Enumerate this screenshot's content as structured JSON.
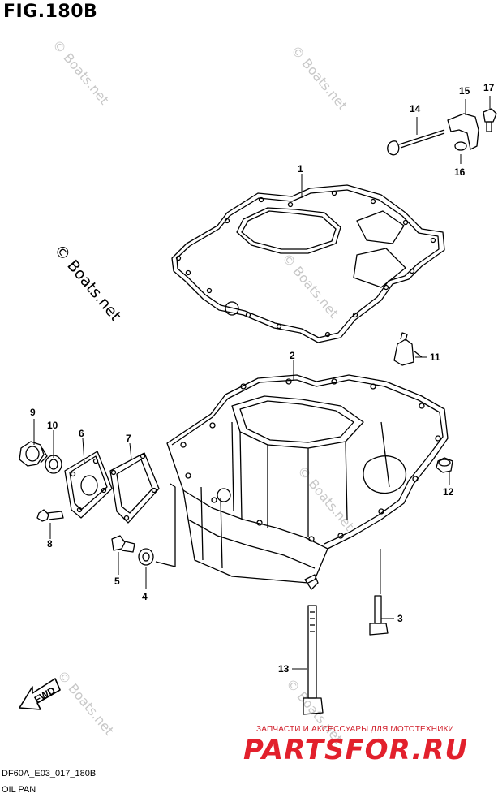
{
  "figure": {
    "title": "FIG.180B",
    "code": "DF60A_E03_017_180B",
    "caption": "OIL PAN"
  },
  "watermark": {
    "text": "© Boats.net"
  },
  "ad": {
    "line": "ЗАПЧАСТИ И АКСЕССУАРЫ ДЛЯ МОТОТЕХНИКИ",
    "logo": "PARTSFOR.RU"
  },
  "arrow": {
    "label": "FWD"
  },
  "parts": [
    {
      "no": "1"
    },
    {
      "no": "2"
    },
    {
      "no": "3"
    },
    {
      "no": "4"
    },
    {
      "no": "5"
    },
    {
      "no": "6"
    },
    {
      "no": "7"
    },
    {
      "no": "8"
    },
    {
      "no": "9"
    },
    {
      "no": "10"
    },
    {
      "no": "11"
    },
    {
      "no": "12"
    },
    {
      "no": "13"
    },
    {
      "no": "14"
    },
    {
      "no": "15"
    },
    {
      "no": "16"
    },
    {
      "no": "17"
    }
  ],
  "colors": {
    "line": "#000000",
    "ad_red": "#e2202c",
    "watermark": "#c8c8c8"
  }
}
